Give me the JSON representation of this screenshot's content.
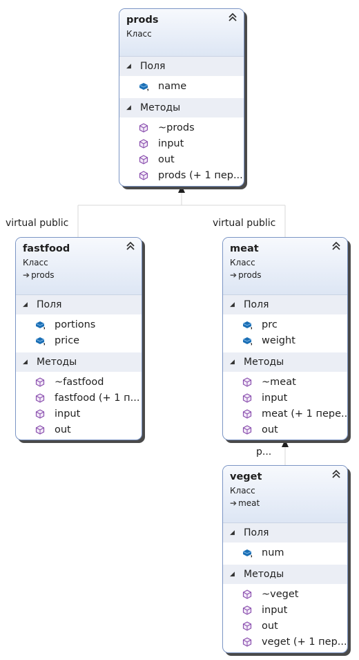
{
  "colors": {
    "field_icon": "#1b6fb5",
    "method_icon": "#8a4fae",
    "border": "#7a94c4"
  },
  "inheritance_labels": {
    "fastfood": "virtual public",
    "meat": "virtual public",
    "veget": "p..."
  },
  "classes": {
    "prods": {
      "name": "prods",
      "kind": "Класс",
      "fields_title": "Поля",
      "methods_title": "Методы",
      "fields": [
        "name"
      ],
      "methods": [
        "~prods",
        "input",
        "out",
        "prods (+ 1 пер..."
      ]
    },
    "fastfood": {
      "name": "fastfood",
      "kind": "Класс",
      "base": "prods",
      "fields_title": "Поля",
      "methods_title": "Методы",
      "fields": [
        "portions",
        "price"
      ],
      "methods": [
        "~fastfood",
        "fastfood (+ 1 п...",
        "input",
        "out"
      ]
    },
    "meat": {
      "name": "meat",
      "kind": "Класс",
      "base": "prods",
      "fields_title": "Поля",
      "methods_title": "Методы",
      "fields": [
        "prc",
        "weight"
      ],
      "methods": [
        "~meat",
        "input",
        "meat (+ 1 пере...",
        "out"
      ]
    },
    "veget": {
      "name": "veget",
      "kind": "Класс",
      "base": "meat",
      "fields_title": "Поля",
      "methods_title": "Методы",
      "fields": [
        "num"
      ],
      "methods": [
        "~veget",
        "input",
        "out",
        "veget (+ 1 пер..."
      ]
    }
  }
}
